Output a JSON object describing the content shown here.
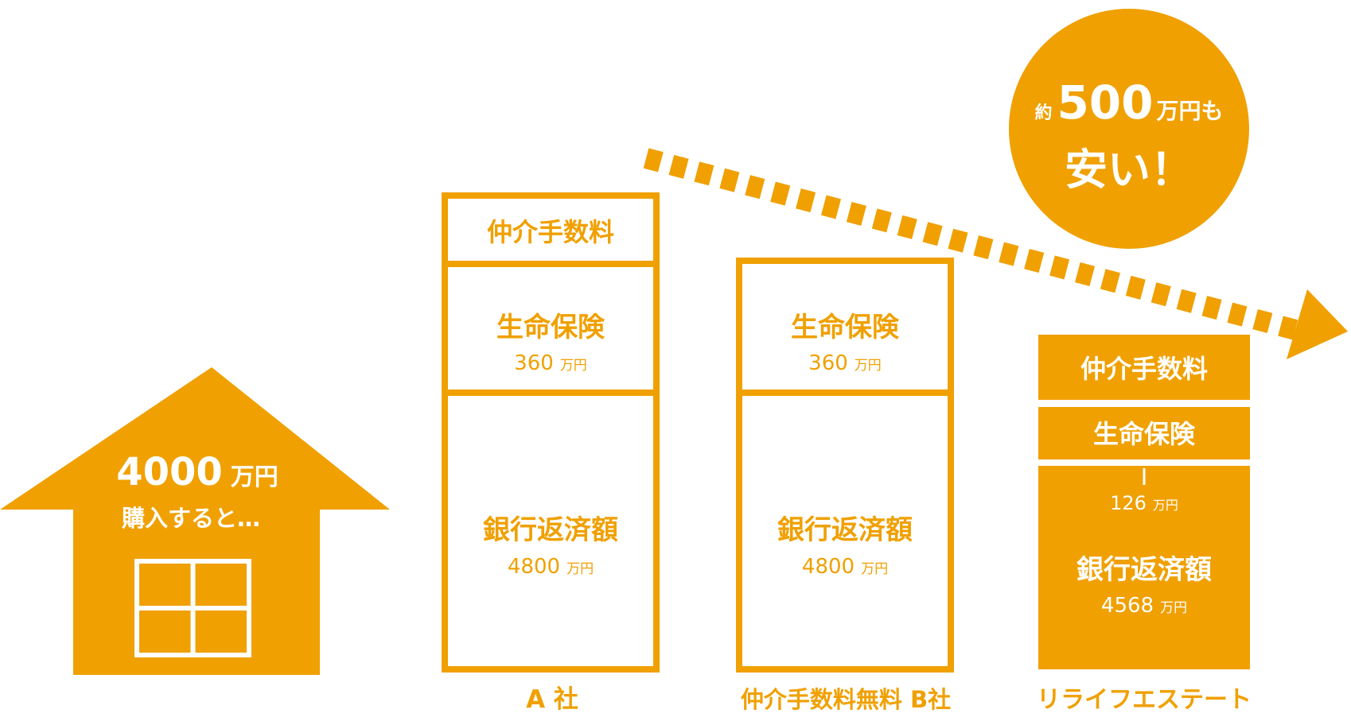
{
  "accent_color": "#F0A000",
  "house": {
    "price_num": "4000",
    "price_unit": "万円",
    "caption": "購入すると…"
  },
  "company_a": {
    "label": "A 社",
    "fee_label": "仲介手数料",
    "insurance_label": "生命保険",
    "insurance_num": "360",
    "insurance_unit": "万円",
    "loan_label": "銀行返済額",
    "loan_num": "4800",
    "loan_unit": "万円"
  },
  "company_b": {
    "label": "仲介手数料無料 B社",
    "insurance_label": "生命保険",
    "insurance_num": "360",
    "insurance_unit": "万円",
    "loan_label": "銀行返済額",
    "loan_num": "4800",
    "loan_unit": "万円"
  },
  "relife": {
    "label": "リライフエステート",
    "fee_label": "仲介手数料",
    "insurance_label": "生命保険",
    "insurance_num": "126",
    "insurance_unit": "万円",
    "loan_label": "銀行返済額",
    "loan_num": "4568",
    "loan_unit": "万円"
  },
  "badge": {
    "prefix": "約",
    "amount": "500",
    "unit": "万円も",
    "line2": "安い！"
  }
}
